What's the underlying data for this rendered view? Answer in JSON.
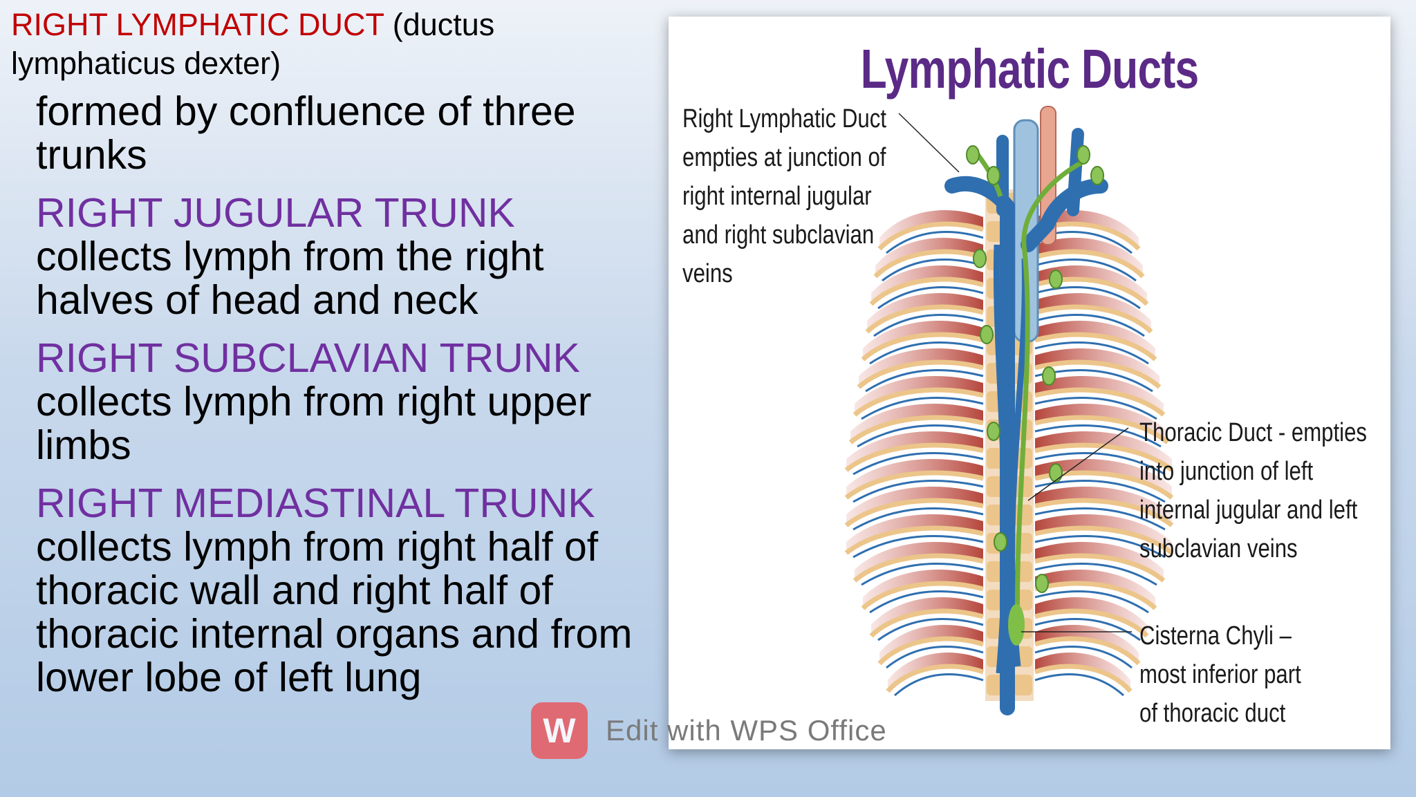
{
  "heading": {
    "red": "RIGHT LYMPHATIC DUCT",
    "black": " (ductus lymphaticus dexter)"
  },
  "intro": "formed by confluence of three trunks",
  "trunks": [
    {
      "name": "RIGHT JUGULAR TRUNK",
      "desc": "collects lymph from the right halves of head and neck"
    },
    {
      "name": "RIGHT SUBCLAVIAN TRUNK",
      "desc": "collects lymph from right upper limbs"
    },
    {
      "name": "RIGHT MEDIASTINAL TRUNK",
      "desc": "collects lymph from right half of thoracic wall and right half of thoracic internal organs and from lower lobe of left lung"
    }
  ],
  "figure": {
    "title": "Lymphatic Ducts",
    "label_right_duct": [
      "Right Lymphatic Duct",
      "empties at junction of",
      "right internal jugular",
      "and right subclavian",
      "veins"
    ],
    "label_thoracic": [
      "Thoracic Duct - empties",
      "into junction of left",
      "internal jugular and left",
      "subclavian veins"
    ],
    "label_cisterna": [
      "Cisterna Chyli –",
      "most inferior part",
      "of thoracic duct"
    ]
  },
  "watermark": {
    "logo_glyph": "W",
    "text": "Edit with WPS Office"
  },
  "colors": {
    "heading_red": "#c00000",
    "trunk_purple": "#7030a0",
    "title_purple": "#5b2a86",
    "vein_blue": "#2f6fb0",
    "lymph_green": "#6fae3a",
    "muscle_red": "#b5473d",
    "bone": "#ecc58a"
  }
}
